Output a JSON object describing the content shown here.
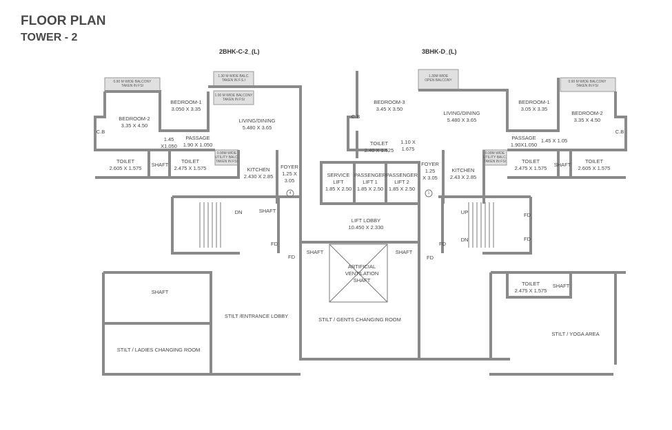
{
  "title": "FLOOR PLAN",
  "subtitle": "TOWER - 2",
  "units": {
    "left": "2BHK-C-2_(L)",
    "right": "3BHK-D_(L)"
  },
  "left_rooms": {
    "balc1": "0.90 M WIDE BALCONY\nTAKEN IN FSI",
    "balc2": "1.30 M WIDE BALC.\nTAKEN IN F.S.I",
    "balc3": "1.00 M WIDE BALCONY\nTAKEN IN FSI",
    "bed1": "BEDROOM-1\n3.050 X 3.35",
    "bed2": "BEDROOM-2\n3.35 X 4.50",
    "cb": "C.B",
    "living": "LIVING/DINING\n5.480  X 3.65",
    "dim": "1.45\nX1.050",
    "passage": "PASSAGE\n1.90 X 1.050",
    "toilet1": "TOILET\n2.605 X 1.575",
    "shaft": "SHAFT",
    "toilet2": "TOILET\n2.475 X 1.575",
    "utility": "0.90M WIDE\nUTILITY BALC.\nTAKEN IN FSI",
    "kitchen": "KITCHEN\n2.430 X 2.85",
    "foyer": "FOYER\n1.25 X\n3.05",
    "num": "4"
  },
  "right_rooms": {
    "balc1": "1.30M WIDE\nOPEN BALCONY",
    "balc2": "0.90 M WIDE BALCONY\nTAKEN IN FSI",
    "bed3": "BEDROOM-3\n3.45 X 3.50",
    "cb1": "C.B",
    "living": "LIVING/DINING\n5.480 X 3.65",
    "bed1": "BEDROOM-1\n3.05 X 3.35",
    "bed2": "BEDROOM-2\n3.35 X 4.50",
    "cb2": "C.B",
    "toilet3": "TOILET\n2.40 X 1.525",
    "dim1": "1.10 X\n1.675",
    "passage": "PASSAGE\n1.90X1.050",
    "dim2": "1.45 X 1.05",
    "foyer": "FOYER\n1.25\nX 3.05",
    "kitchen": "KITCHEN\n2.43 X 2.85",
    "utility": "0.90M WIDE\nUTILITY BALC.\nTAKEN IN FSI",
    "toilet1": "TOILET\n2.475 X 1.575",
    "shaft": "SHAFT",
    "toilet2": "TOILET\n2.605 X 1.575",
    "num": "1"
  },
  "core": {
    "service_lift": "SERVICE\nLIFT\n1.85 X 2.50",
    "lift1": "PASSENGER\nLIFT 1\n1.85 X 2.50",
    "lift2": "PASSENGER\nLIFT 2\n1.85 X 2.50",
    "lobby": "LIFT LOBBY\n10.450 X 2.330",
    "dn": "DN",
    "up": "UP",
    "dn2": "DN",
    "shaft": "SHAFT",
    "fd": "FD",
    "av_shaft": "ARTIFICIAL\nVENTILATION\nSHAFT"
  },
  "stilt": {
    "ladies": "STILT / LADIES CHANGING ROOM",
    "entrance": "STILT /ENTRANCE LOBBY",
    "gents": "STILT / GENTS CHANGING ROOM",
    "yoga": "STILT  / YOGA AREA",
    "toilet": "TOILET\n2.475 X 1.575",
    "shaft": "SHAFT"
  }
}
